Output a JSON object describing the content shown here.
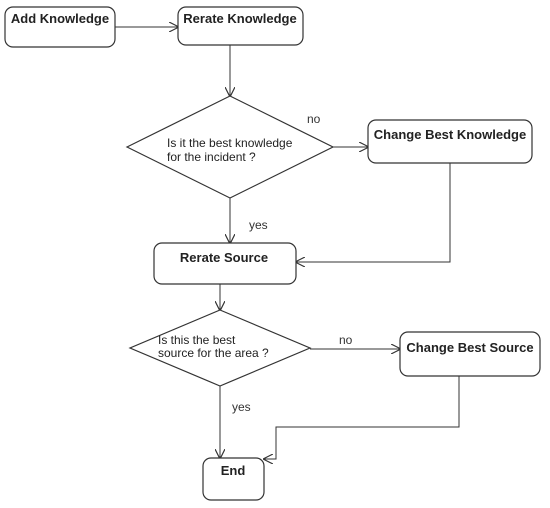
{
  "colors": {
    "stroke": "#333333",
    "fill": "#ffffff",
    "text": "#222222"
  },
  "nodes": {
    "add_knowledge": "Add Knowledge",
    "rerate_knowledge": "Rerate Knowledge",
    "decision_best_knowledge": [
      "Is it the best knowledge",
      "for the incident ?"
    ],
    "change_best_knowledge": "Change Best Knowledge",
    "rerate_source": "Rerate Source",
    "decision_best_source": [
      "Is this the best",
      "source for the area ?"
    ],
    "change_best_source": "Change Best Source",
    "end": "End"
  },
  "edge_labels": {
    "knowledge_no": "no",
    "knowledge_yes": "yes",
    "source_no": "no",
    "source_yes": "yes"
  }
}
